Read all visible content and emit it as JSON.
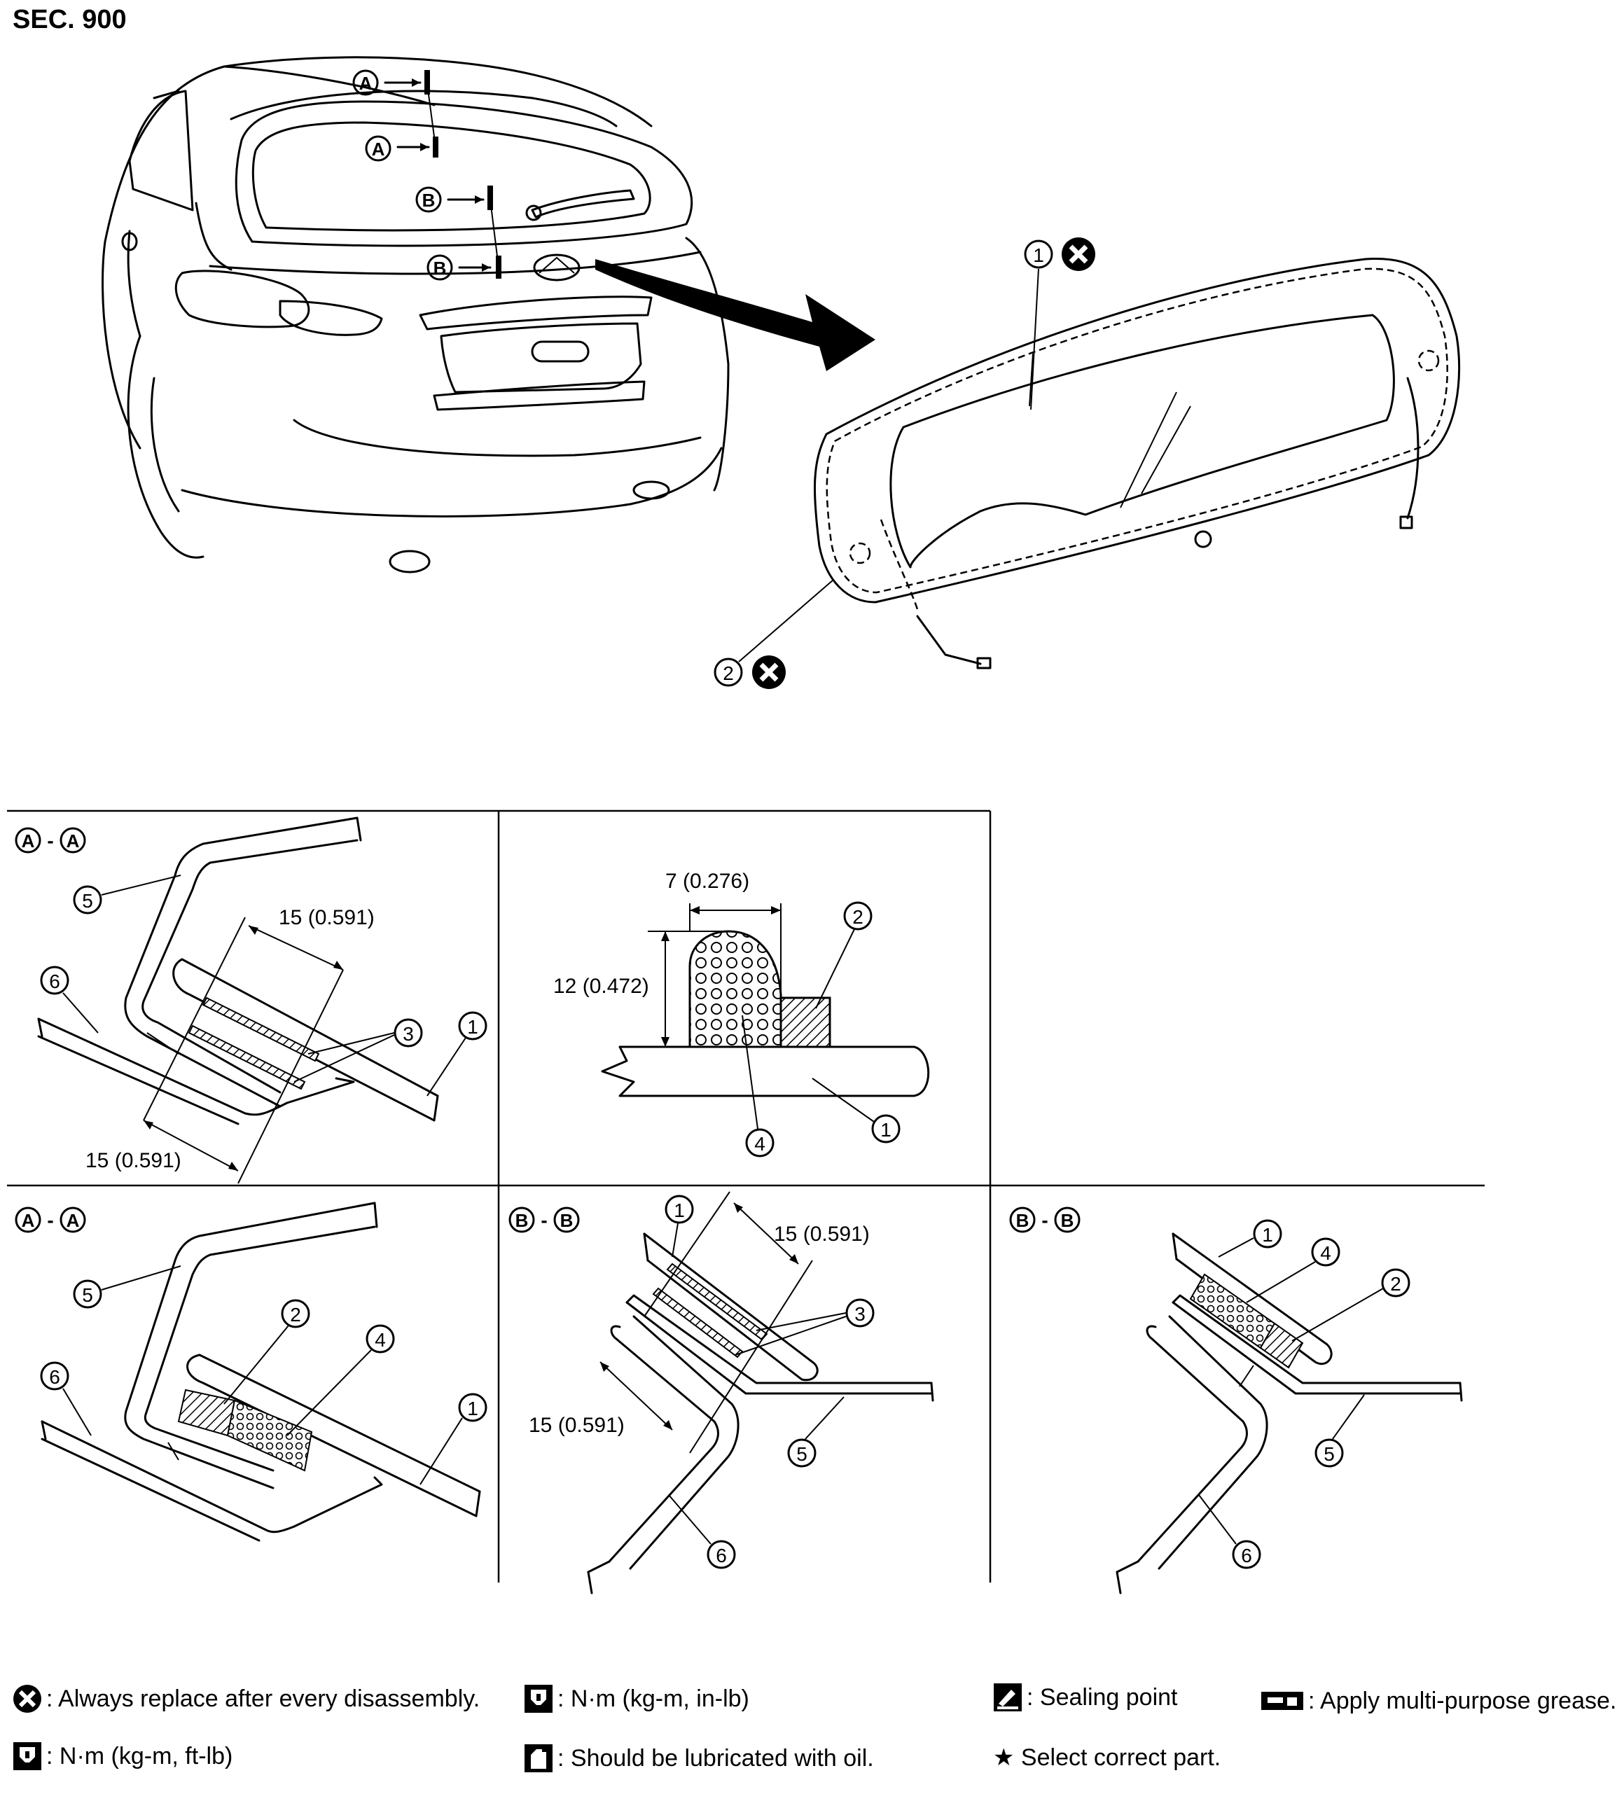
{
  "section": "SEC. 900",
  "overview": {
    "marker_a": "A",
    "marker_b": "B",
    "callout_glass": "1",
    "callout_seal": "2"
  },
  "panels": [
    {
      "title_left": "A",
      "title_sep": "-",
      "title_right": "A",
      "callouts": [
        "5",
        "6",
        "3",
        "1"
      ],
      "dims": [
        "15 (0.591)",
        "15 (0.591)"
      ]
    },
    {
      "callouts": [
        "2",
        "4",
        "1"
      ],
      "dims": [
        "7 (0.276)",
        "12 (0.472)"
      ]
    },
    {
      "title_left": "A",
      "title_sep": "-",
      "title_right": "A",
      "callouts": [
        "5",
        "6",
        "2",
        "4",
        "1"
      ]
    },
    {
      "title_left": "B",
      "title_sep": "-",
      "title_right": "B",
      "callouts": [
        "1",
        "3",
        "5",
        "6"
      ],
      "dims": [
        "15 (0.591)",
        "15 (0.591)"
      ]
    },
    {
      "title_left": "B",
      "title_sep": "-",
      "title_right": "B",
      "callouts": [
        "1",
        "4",
        "2",
        "5",
        "6"
      ]
    }
  ],
  "legend": [
    {
      "icon": "x-circle-icon",
      "text": ": Always replace after every disassembly."
    },
    {
      "icon": "torque-wrench-icon",
      "text": ": N·m (kg-m, in-lb)"
    },
    {
      "icon": "sealing-point-icon",
      "text": ": Sealing point"
    },
    {
      "icon": "grease-icon",
      "text": ": Apply multi-purpose grease."
    },
    {
      "icon": "torque-wrench-icon",
      "text": ": N·m (kg-m, ft-lb)"
    },
    {
      "icon": "oil-can-icon",
      "text": ": Should be lubricated with oil."
    },
    {
      "icon": "star-icon",
      "text": "★ Select correct part."
    }
  ]
}
